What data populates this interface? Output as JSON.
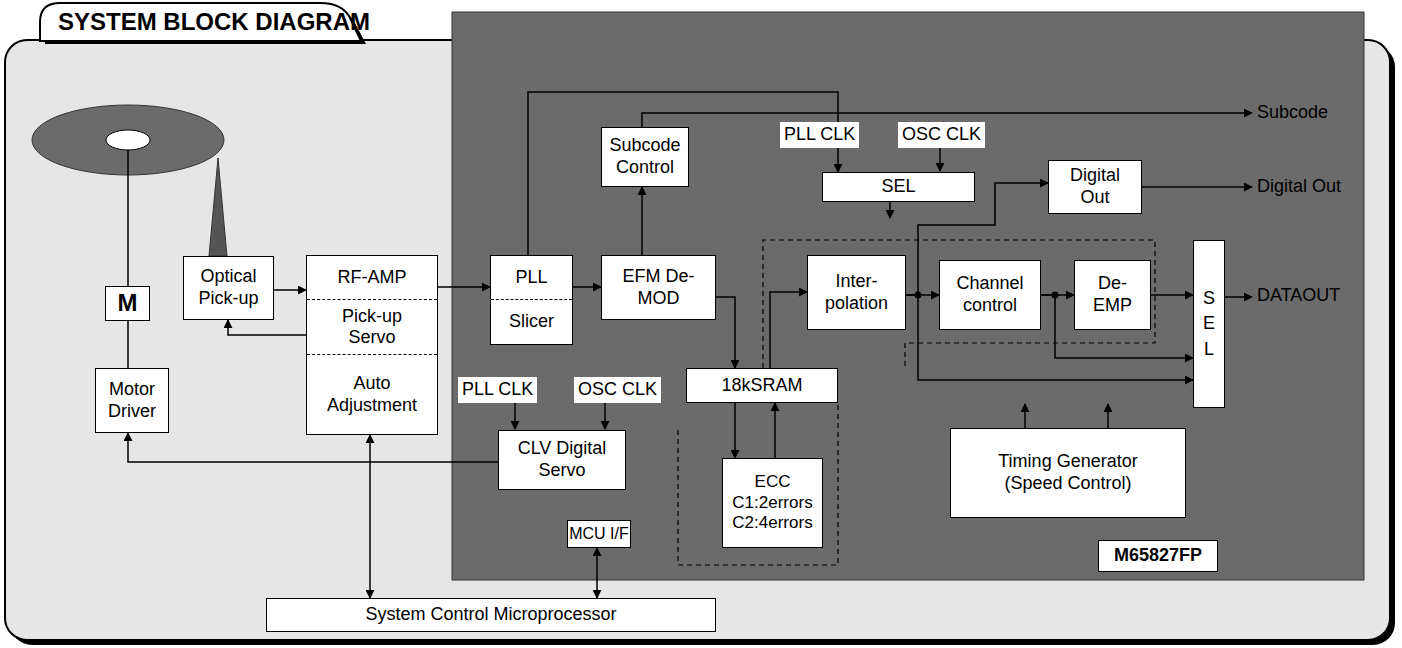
{
  "diagram": {
    "title": "SYSTEM BLOCK DIAGRAM",
    "nodes": [
      {
        "text": [
          "M65827FP"
        ]
      },
      {
        "text": [
          "M"
        ]
      },
      {
        "text": [
          "Optical Pick-up"
        ]
      },
      {
        "text": [
          "RF-AMP",
          "Pick-up Servo",
          "Auto Adjustment"
        ]
      },
      {
        "text": [
          "Motor Driver"
        ]
      },
      {
        "text": [
          "PLL",
          "Slicer"
        ],
        "in": 0
      },
      {
        "text": [
          "Subcode Control"
        ],
        "in": 0
      },
      {
        "text": [
          "EFM De-MOD"
        ],
        "in": 0
      },
      {
        "text": [
          "SEL"
        ],
        "in": 0
      },
      {
        "text": [
          "Digital Out"
        ],
        "in": 0
      },
      {
        "text": [
          "Inter-polation"
        ],
        "in": 0
      },
      {
        "text": [
          "Channel control"
        ],
        "in": 0
      },
      {
        "text": [
          "De-EMP"
        ],
        "in": 0
      },
      {
        "text": [
          "SEL"
        ],
        "in": 0
      },
      {
        "text": [
          "18kSRAM"
        ],
        "in": 0
      },
      {
        "text": [
          "CLV Digital Servo"
        ],
        "in": 0
      },
      {
        "text": [
          "ECC",
          "C1:2errors",
          "C2:4errors"
        ],
        "in": 0
      },
      {
        "text": [
          "Timing Generator (Speed Control)"
        ],
        "in": 0
      },
      {
        "text": [
          "MCU I/F"
        ],
        "in": 0
      },
      {
        "text": [
          "System Control Microprocessor"
        ]
      }
    ],
    "edges": [
      {
        "from": 4,
        "to": 1,
        "arrow": "none"
      },
      {
        "from": 2,
        "to": 3,
        "arrow": "to"
      },
      {
        "from": 3,
        "to": 2,
        "arrow": "to"
      },
      {
        "from": 3,
        "to": 5,
        "arrow": "to"
      },
      {
        "from": 5,
        "to": 7,
        "arrow": "to"
      },
      {
        "from": 7,
        "to": 6,
        "arrow": "to"
      },
      {
        "from": 5,
        "to": 8,
        "arrow": "to"
      },
      {
        "from": 7,
        "to": 14,
        "arrow": "to"
      },
      {
        "from": 14,
        "to": 10,
        "arrow": "to"
      },
      {
        "from": 14,
        "to": 16,
        "arrow": "to"
      },
      {
        "from": 16,
        "to": 14,
        "arrow": "to"
      },
      {
        "from": 10,
        "to": 11,
        "arrow": "to"
      },
      {
        "from": 10,
        "to": 9,
        "arrow": "to"
      },
      {
        "from": 10,
        "to": 13,
        "arrow": "to"
      },
      {
        "from": 11,
        "to": 12,
        "arrow": "to"
      },
      {
        "from": 11,
        "to": 13,
        "arrow": "to"
      },
      {
        "from": 12,
        "to": 13,
        "arrow": "to"
      },
      {
        "from": 15,
        "to": 4,
        "arrow": "to"
      },
      {
        "from": 3,
        "to": 19,
        "arrow": "both"
      },
      {
        "from": 18,
        "to": 19,
        "arrow": "both"
      }
    ],
    "labels": [
      "PLL CLK",
      "OSC CLK",
      "Subcode",
      "Digital Out",
      "DATAOUT",
      "PLL CLK",
      "OSC CLK"
    ]
  }
}
